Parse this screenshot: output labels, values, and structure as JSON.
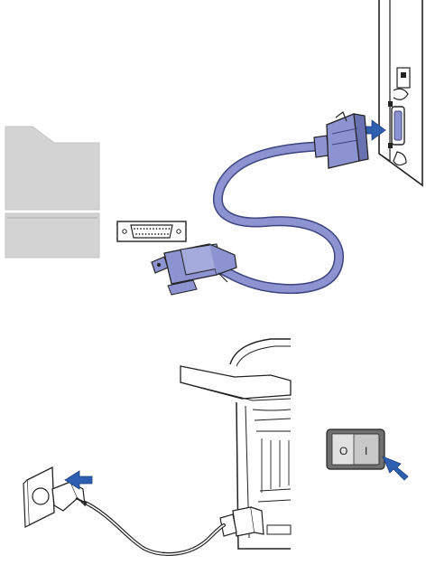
{
  "colors": {
    "cable": "#7f86c6",
    "cable_edge": "#3d447f",
    "connector": "#8c93d0",
    "arrow": "#2f5fb1",
    "device_grey": "#d3d3d3",
    "line": "#222222",
    "switch_body": "#6f6f6f",
    "switch_face": "#c8c8c8"
  },
  "figures": [
    {
      "name": "parallel-cable-connection",
      "icons": [
        "computer-icon",
        "parallel-port-icon",
        "parallel-cable-icon",
        "printer-port-icon",
        "arrow-icon"
      ]
    },
    {
      "name": "power-cord-connection",
      "icons": [
        "printer-icon",
        "wall-socket-icon",
        "power-plug-icon",
        "power-switch-icon",
        "arrow-icon"
      ]
    }
  ],
  "switch_labels": {
    "off": "O",
    "on": "I"
  }
}
